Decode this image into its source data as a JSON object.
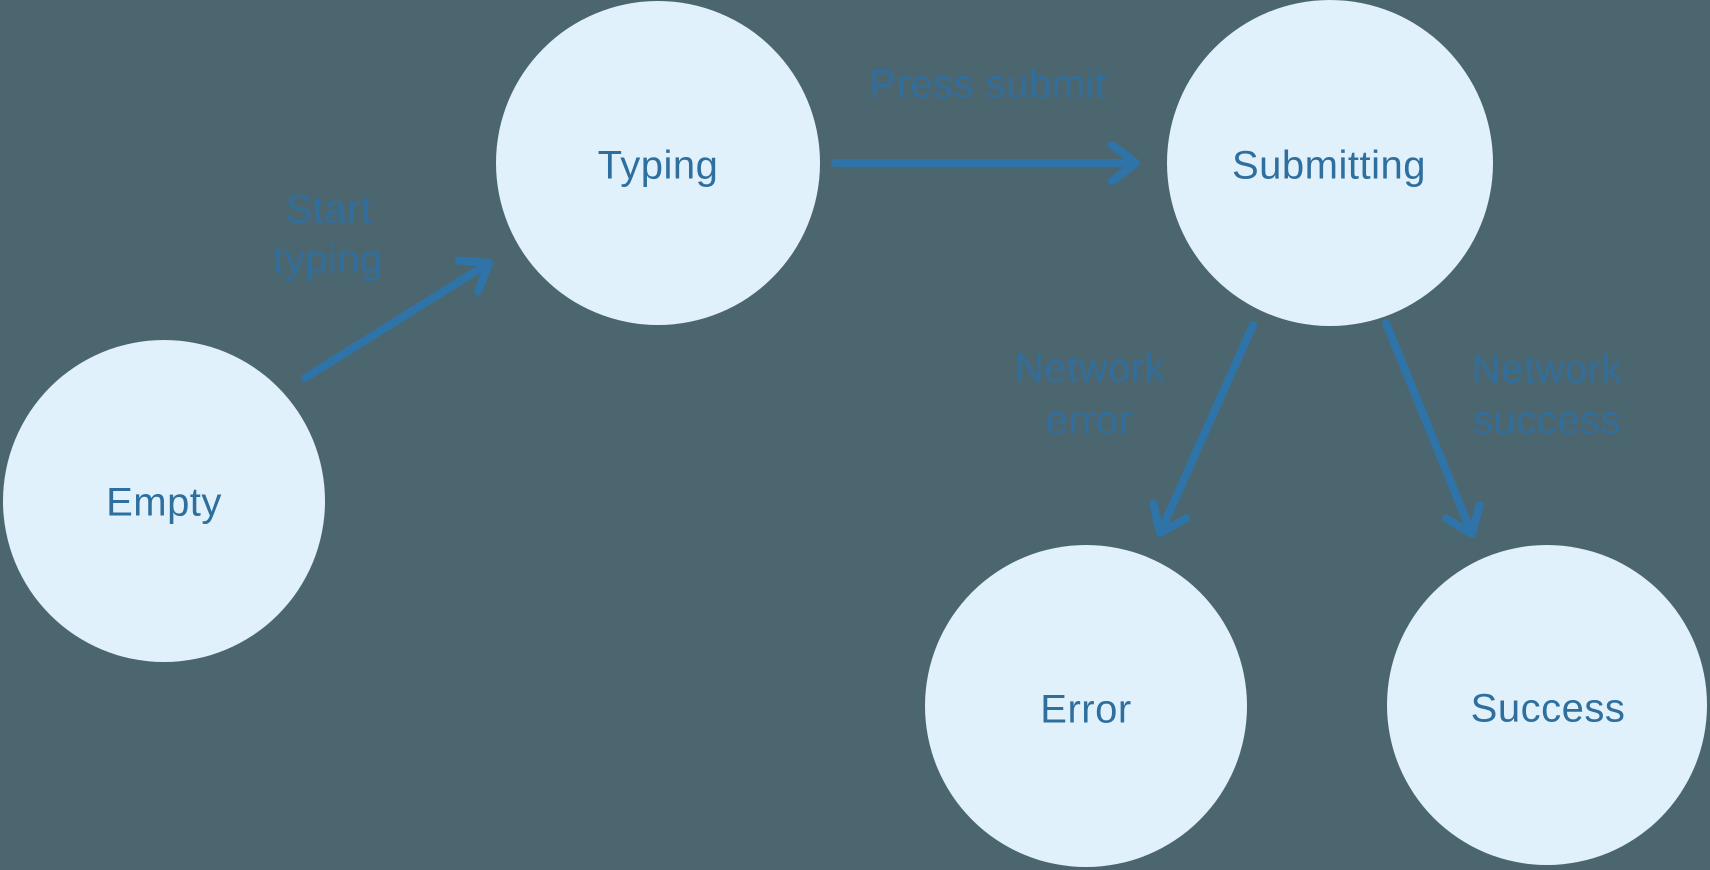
{
  "colors": {
    "background": "#4c6670",
    "node_fill": "#e1f1fc",
    "node_text": "#2e6f9e",
    "edge": "#2f74a8",
    "edge_label": "#2c70a6"
  },
  "diagram": {
    "type": "state-machine",
    "nodes": [
      {
        "id": "empty",
        "label": "Empty"
      },
      {
        "id": "typing",
        "label": "Typing"
      },
      {
        "id": "submitting",
        "label": "Submitting"
      },
      {
        "id": "error",
        "label": "Error"
      },
      {
        "id": "success",
        "label": "Success"
      }
    ],
    "edges": [
      {
        "from": "empty",
        "to": "typing",
        "label": "Start typing",
        "label_lines": [
          "Start",
          "typing"
        ]
      },
      {
        "from": "typing",
        "to": "submitting",
        "label": "Press submit",
        "label_lines": [
          "Press submit"
        ]
      },
      {
        "from": "submitting",
        "to": "error",
        "label": "Network error",
        "label_lines": [
          "Network",
          "error"
        ]
      },
      {
        "from": "submitting",
        "to": "success",
        "label": "Network success",
        "label_lines": [
          "Network",
          "success"
        ]
      }
    ]
  }
}
